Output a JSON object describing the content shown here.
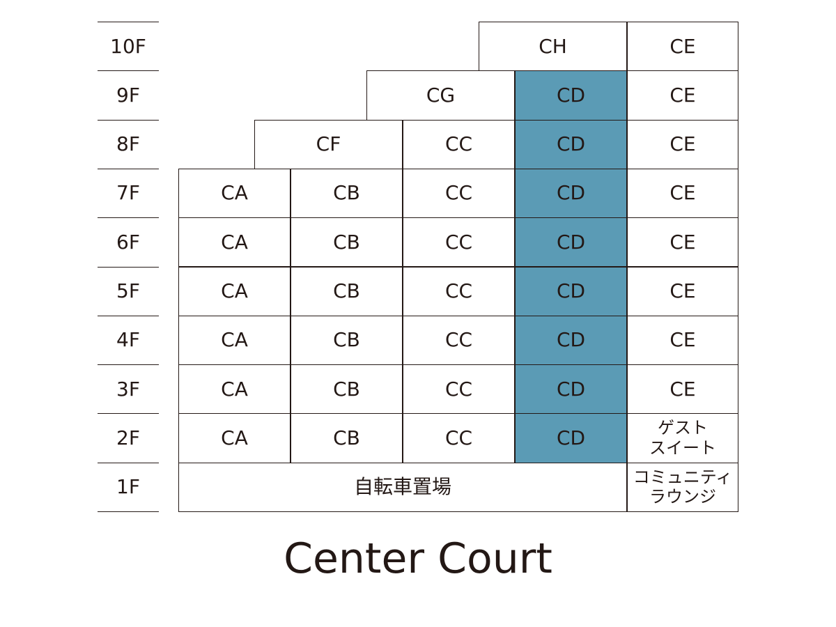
{
  "title": "Center Court",
  "colors": {
    "line": "#231815",
    "highlight": "#5b9bb5",
    "background": "#ffffff"
  },
  "floors": [
    "10F",
    "9F",
    "8F",
    "7F",
    "6F",
    "5F",
    "4F",
    "3F",
    "2F",
    "1F"
  ],
  "units": [
    {
      "floor": "10F",
      "label": "CH"
    },
    {
      "floor": "10F",
      "label": "CE"
    },
    {
      "floor": "9F",
      "label": "CG"
    },
    {
      "floor": "9F",
      "label": "CD",
      "highlight": true
    },
    {
      "floor": "9F",
      "label": "CE"
    },
    {
      "floor": "8F",
      "label": "CF"
    },
    {
      "floor": "8F",
      "label": "CC"
    },
    {
      "floor": "8F",
      "label": "CD",
      "highlight": true
    },
    {
      "floor": "8F",
      "label": "CE"
    },
    {
      "floor": "7F",
      "label": "CA"
    },
    {
      "floor": "7F",
      "label": "CB"
    },
    {
      "floor": "7F",
      "label": "CC"
    },
    {
      "floor": "7F",
      "label": "CD",
      "highlight": true
    },
    {
      "floor": "7F",
      "label": "CE"
    },
    {
      "floor": "6F",
      "label": "CA"
    },
    {
      "floor": "6F",
      "label": "CB"
    },
    {
      "floor": "6F",
      "label": "CC"
    },
    {
      "floor": "6F",
      "label": "CD",
      "highlight": true
    },
    {
      "floor": "6F",
      "label": "CE"
    },
    {
      "floor": "5F",
      "label": "CA"
    },
    {
      "floor": "5F",
      "label": "CB"
    },
    {
      "floor": "5F",
      "label": "CC"
    },
    {
      "floor": "5F",
      "label": "CD",
      "highlight": true
    },
    {
      "floor": "5F",
      "label": "CE"
    },
    {
      "floor": "4F",
      "label": "CA"
    },
    {
      "floor": "4F",
      "label": "CB"
    },
    {
      "floor": "4F",
      "label": "CC"
    },
    {
      "floor": "4F",
      "label": "CD",
      "highlight": true
    },
    {
      "floor": "4F",
      "label": "CE"
    },
    {
      "floor": "3F",
      "label": "CA"
    },
    {
      "floor": "3F",
      "label": "CB"
    },
    {
      "floor": "3F",
      "label": "CC"
    },
    {
      "floor": "3F",
      "label": "CD",
      "highlight": true
    },
    {
      "floor": "3F",
      "label": "CE"
    },
    {
      "floor": "2F",
      "label": "CA"
    },
    {
      "floor": "2F",
      "label": "CB"
    },
    {
      "floor": "2F",
      "label": "CC"
    },
    {
      "floor": "2F",
      "label": "CD",
      "highlight": true
    },
    {
      "floor": "2F",
      "label": "ゲスト\nスイート"
    },
    {
      "floor": "1F",
      "label": "自転車置場"
    },
    {
      "floor": "1F",
      "label": "コミュニティ\nラウンジ"
    }
  ]
}
